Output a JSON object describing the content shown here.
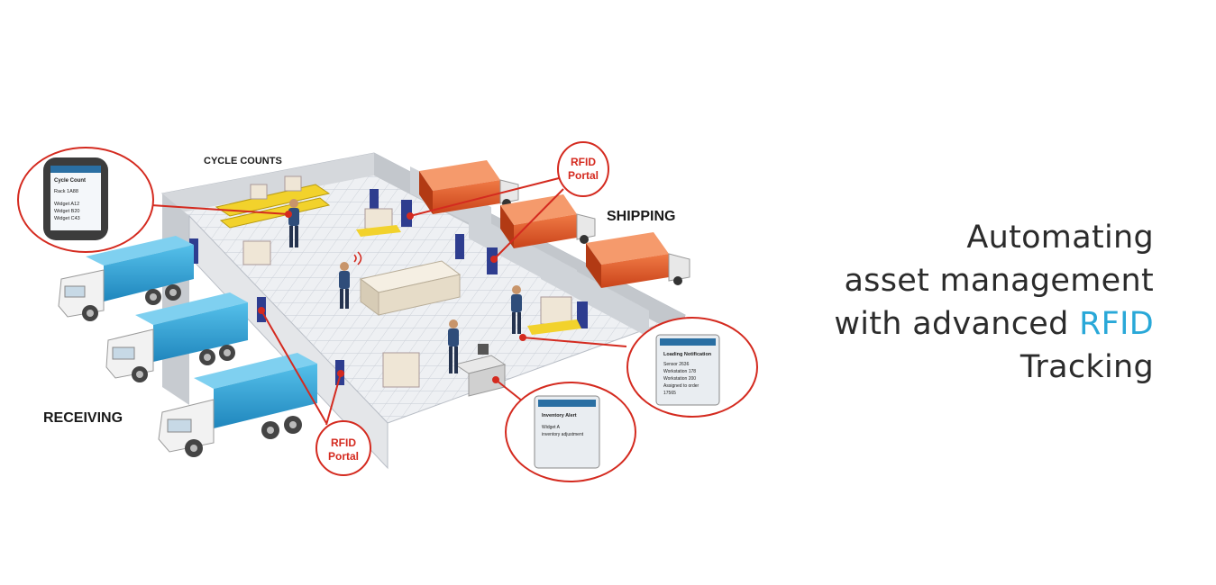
{
  "diagram": {
    "labels": {
      "cycle_counts": "CYCLE COUNTS",
      "shipping": "SHIPPING",
      "receiving": "RECEIVING",
      "rfid_portal_line1": "RFID",
      "rfid_portal_line2": "Portal"
    },
    "handheld": {
      "header": "",
      "title": "Cycle Count",
      "line1": "Rack 1A88",
      "line2": "Widget A12",
      "line3": "Widget B20",
      "line4": "Widget C43"
    },
    "loading_screen": {
      "title": "Loading Notification",
      "lines": [
        "Sensor 2636",
        "Workstation 178",
        "Workstation 200",
        "Assigned to order",
        "17565"
      ]
    },
    "inventory_screen": {
      "title": "Inventory Alert",
      "lines": [
        "Widget A",
        "inventory adjustment"
      ]
    },
    "colors": {
      "accent_red": "#d42a1f",
      "truck_blue": "#2f9fd3",
      "truck_orange": "#e0531f",
      "rack_yellow": "#f2d22c"
    }
  },
  "headline": {
    "line1": "Automating",
    "line2": "asset management",
    "line3_prefix": "with advanced",
    "line3_accent": "RFID",
    "line4": "Tracking"
  }
}
